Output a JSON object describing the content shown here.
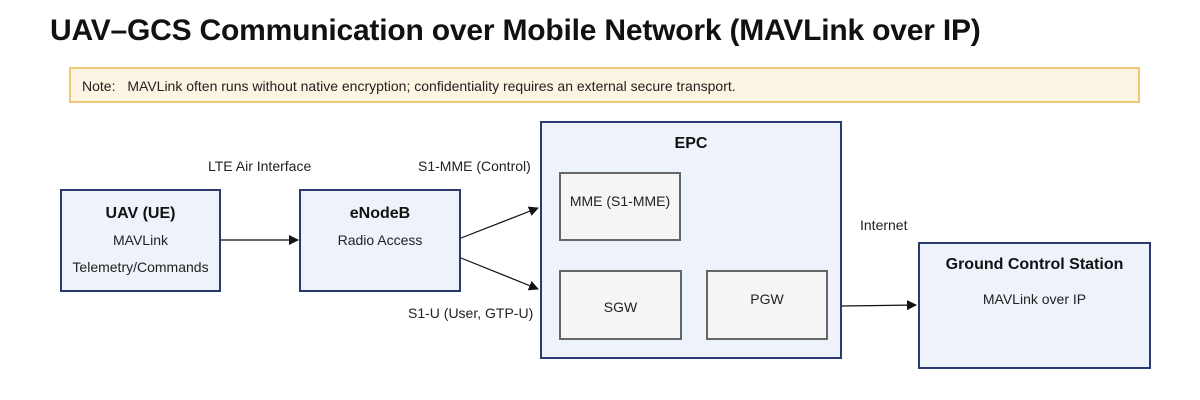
{
  "title": "UAV–GCS Communication over Mobile Network (MAVLink over IP)",
  "note": {
    "label": "Note:",
    "text": "MAVLink often runs without native encryption; confidentiality requires an external secure transport."
  },
  "nodes": {
    "uav": {
      "title": "UAV (UE)",
      "line1": "MAVLink",
      "line2": "Telemetry/Commands"
    },
    "enodeb": {
      "title": "eNodeB",
      "sub": "Radio Access"
    },
    "epc": {
      "title": "EPC"
    },
    "mme": {
      "label": "MME (S1-MME)"
    },
    "sgw": {
      "label": "SGW"
    },
    "pgw": {
      "label": "PGW"
    },
    "gcs": {
      "title": "Ground Control Station",
      "sub": "MAVLink over IP"
    }
  },
  "edges": {
    "lte": "LTE Air Interface",
    "s1mme": "S1-MME (Control)",
    "s1u": "S1-U (User, GTP-U)",
    "internet": "Internet"
  },
  "colors": {
    "node_fill": "#eef2fa",
    "node_border": "#2b3a6e",
    "inner_fill": "#f5f5f5",
    "inner_border": "#666666",
    "note_fill": "#fdf5e3",
    "note_border": "#f0c774",
    "edge": "#111111"
  }
}
